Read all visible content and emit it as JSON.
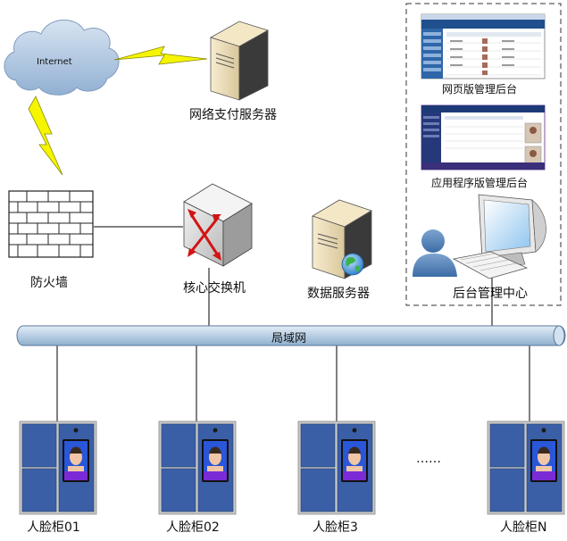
{
  "cloud": {
    "label": "Internet"
  },
  "nodes": {
    "payment_server": "网络支付服务器",
    "firewall": "防火墙",
    "core_switch": "核心交换机",
    "data_server": "数据服务器",
    "admin_center": "后台管理中心"
  },
  "backend": {
    "web_admin": "网页版管理后台",
    "app_admin": "应用程序版管理后台"
  },
  "lan": {
    "label": "局域网"
  },
  "cabinets": {
    "c1": "人脸柜01",
    "c2": "人脸柜02",
    "c3": "人脸柜3",
    "ellipsis": "……",
    "cn": "人脸柜N"
  },
  "colors": {
    "lan_bus": "#b9cfe4",
    "cabinet_blue": "#3b5fa6",
    "cabinet_frame": "#c8c8c8",
    "lightning": "#f5f500",
    "cloud": "#a9c1dc"
  }
}
